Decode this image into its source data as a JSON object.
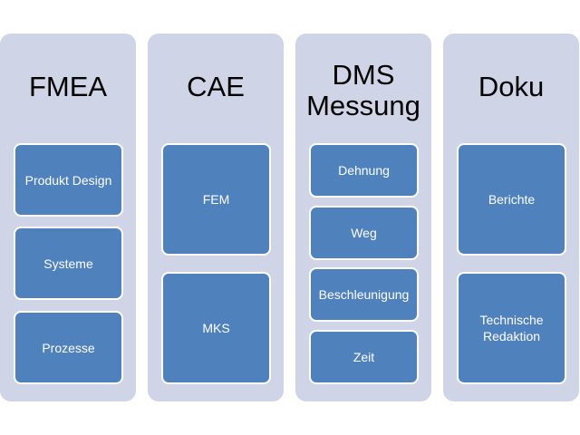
{
  "columns": [
    {
      "title": "FMEA",
      "items": [
        "Produkt Design",
        "Systeme",
        "Prozesse"
      ]
    },
    {
      "title": "CAE",
      "items": [
        "FEM",
        "MKS"
      ]
    },
    {
      "title": "DMS\nMessung",
      "items": [
        "Dehnung",
        "Weg",
        "Beschleunigung",
        "Zeit"
      ]
    },
    {
      "title": "Doku",
      "items": [
        "Berichte",
        "Technische\nRedaktion"
      ]
    }
  ],
  "colors": {
    "column_background": "#cfd5e7",
    "box_fill": "#4f81bd",
    "box_border": "#ffffff",
    "box_text": "#ffffff",
    "title_text": "#000000"
  }
}
